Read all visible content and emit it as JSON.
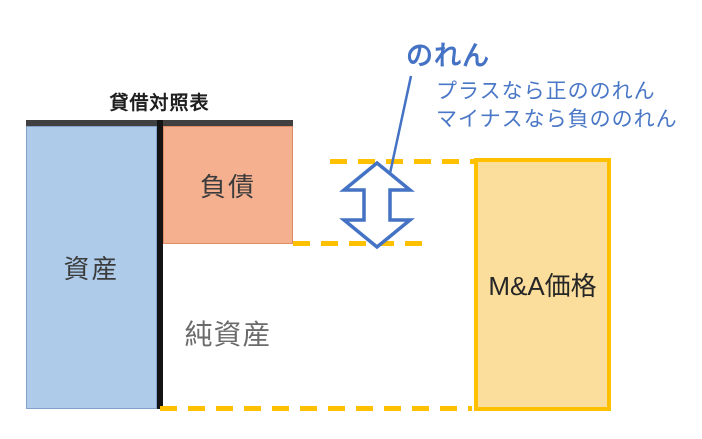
{
  "diagram": {
    "title": "貸借対照表",
    "goodwill_label": "のれん",
    "annotation": {
      "line1": "プラスなら正ののれん",
      "line2": "マイナスなら負ののれん"
    },
    "boxes": {
      "assets": {
        "label": "資産",
        "fill": "#AECBEA"
      },
      "liabilities": {
        "label": "負債",
        "fill": "#F5B090"
      },
      "net_assets": {
        "label": "純資産"
      },
      "ma_price": {
        "label": "M&A価格",
        "fill": "#FCDE9C",
        "border_color": "#FFC000"
      }
    },
    "colors": {
      "accent_blue": "#4472C4",
      "guide_gold": "#FFC000",
      "header_bar_dark": "#404040",
      "divider_black": "#141414"
    },
    "icons": {
      "double_arrow": "updown-double-arrow"
    }
  }
}
